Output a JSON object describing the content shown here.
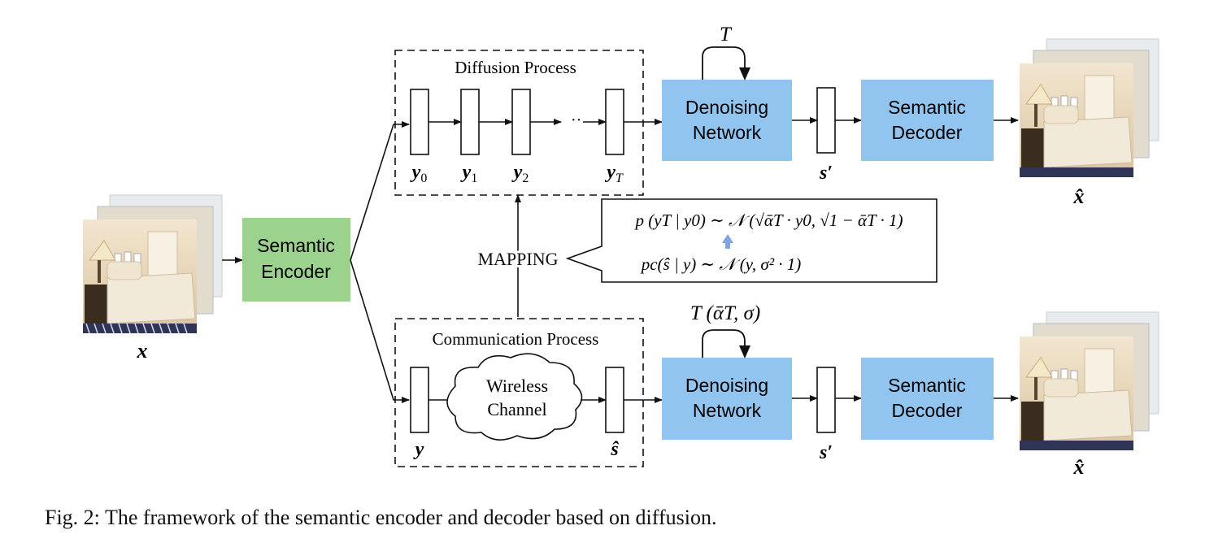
{
  "figure": {
    "caption": "Fig. 2: The framework of the semantic encoder and decoder based on diffusion.",
    "colors": {
      "encoder_fill": "#9BD38E",
      "network_fill": "#91C4EE",
      "line": "#111111",
      "up_arrow": "#7FA6DF"
    }
  },
  "input": {
    "label": "x"
  },
  "encoder": {
    "line1": "Semantic",
    "line2": "Encoder"
  },
  "diffusion": {
    "title": "Diffusion Process",
    "labels": [
      "y",
      "y",
      "y",
      "y"
    ],
    "subscripts": [
      "0",
      "1",
      "2",
      "T"
    ],
    "dots": "··"
  },
  "communication": {
    "title": "Communication Process",
    "input_label": "y",
    "output_label": "ŝ",
    "channel_line1": "Wireless",
    "channel_line2": "Channel"
  },
  "top_branch": {
    "loop_label": "T",
    "network_line1": "Denoising",
    "network_line2": "Network",
    "latent_label": "s′",
    "decoder_line1": "Semantic",
    "decoder_line2": "Decoder",
    "output_label": "x̂"
  },
  "bottom_branch": {
    "loop_label": "T (ᾱT, σ)",
    "network_line1": "Denoising",
    "network_line2": "Network",
    "latent_label": "s′",
    "decoder_line1": "Semantic",
    "decoder_line2": "Decoder",
    "output_label": "x̂"
  },
  "mapping": {
    "label": "MAPPING",
    "formula_top": "p (yT | y0) ∼ 𝒩 (√ᾱT · y0, √1 − ᾱT · 1)",
    "formula_bottom": "pc(ŝ | y) ∼ 𝒩 (y, σ² · 1)"
  }
}
